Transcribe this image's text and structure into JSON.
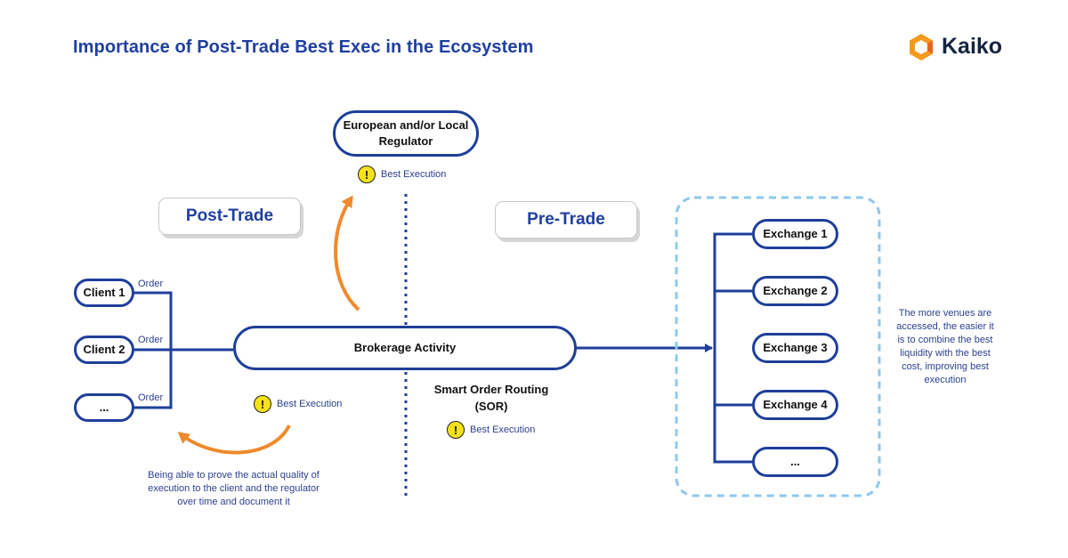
{
  "title": "Importance of Post-Trade Best Exec in the Ecosystem",
  "brand": {
    "name": "Kaiko",
    "logo_icon": "kaiko-logo-icon",
    "logo_colors": [
      "#f39a1e",
      "#e8651a"
    ]
  },
  "regulator": {
    "line1": "European and/or Local",
    "line2": "Regulator"
  },
  "phases": {
    "post": "Post-Trade",
    "pre": "Pre-Trade"
  },
  "clients": [
    "Client 1",
    "Client 2",
    "..."
  ],
  "order_label": "Order",
  "brokerage": "Brokerage Activity",
  "sor": {
    "line1": "Smart Order Routing",
    "line2": "(SOR)"
  },
  "best_execution": "Best Execution",
  "warning_glyph": "!",
  "exchanges": [
    "Exchange 1",
    "Exchange 2",
    "Exchange 3",
    "Exchange 4",
    "..."
  ],
  "venues_note": [
    "The more venues are",
    "accessed, the easier it",
    "is to combine the best",
    "liquidity with the best",
    "cost, improving best",
    "execution"
  ],
  "proof_note": [
    "Being able to prove the actual quality of",
    "execution to the client and the regulator",
    "over time and document it"
  ],
  "colors": {
    "navy": "#1e3f9a",
    "orange": "#f08a2c",
    "light_blue": "#8ec8ef",
    "warning": "#f6e21a"
  }
}
